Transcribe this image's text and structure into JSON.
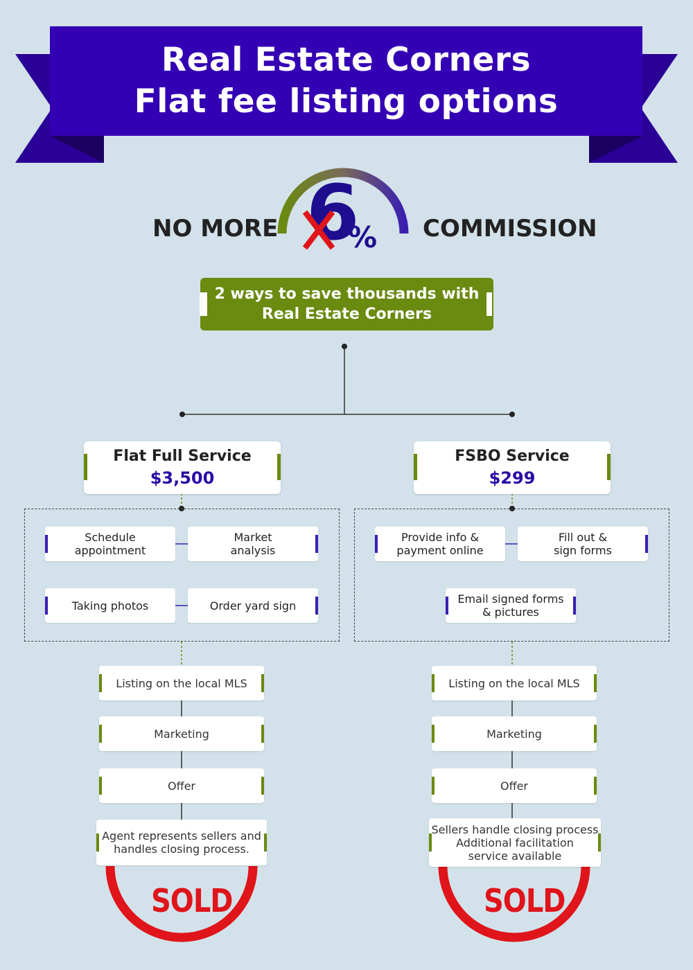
{
  "banner": {
    "line1": "Real Estate Corners",
    "line2": "Flat fee listing options",
    "color": "#3400b3"
  },
  "commission": {
    "left_text": "NO MORE",
    "number": "6",
    "percent": "%",
    "right_text": "COMMISSION",
    "cross_color": "#e0141b"
  },
  "ways": {
    "line1": "2 ways to save thousands with",
    "line2": "Real Estate Corners",
    "color": "#6a8a10"
  },
  "services": [
    {
      "name": "Flat Full Service",
      "price": "$3,500",
      "steps": [
        {
          "line1": "Schedule",
          "line2": "appointment"
        },
        {
          "line1": "Market",
          "line2": "analysis"
        },
        {
          "line1": "Taking photos",
          "line2": ""
        },
        {
          "line1": "Order yard sign",
          "line2": ""
        }
      ],
      "flow": [
        {
          "line1": "Listing on the local MLS",
          "line2": ""
        },
        {
          "line1": "Marketing",
          "line2": ""
        },
        {
          "line1": "Offer",
          "line2": ""
        },
        {
          "line1": "Agent represents sellers and",
          "line2": "handles closing process.",
          "line3": ""
        }
      ],
      "sold": "SOLD"
    },
    {
      "name": "FSBO Service",
      "price": "$299",
      "steps": [
        {
          "line1": "Provide info &",
          "line2": "payment online"
        },
        {
          "line1": "Fill out &",
          "line2": "sign forms"
        },
        {
          "line1": "Email signed forms",
          "line2": "& pictures"
        }
      ],
      "flow": [
        {
          "line1": "Listing on the local MLS",
          "line2": ""
        },
        {
          "line1": "Marketing",
          "line2": ""
        },
        {
          "line1": "Offer",
          "line2": ""
        },
        {
          "line1": "Sellers handle closing process",
          "line2": "Additional facilitation",
          "line3": "service available"
        }
      ],
      "sold": "SOLD"
    }
  ]
}
